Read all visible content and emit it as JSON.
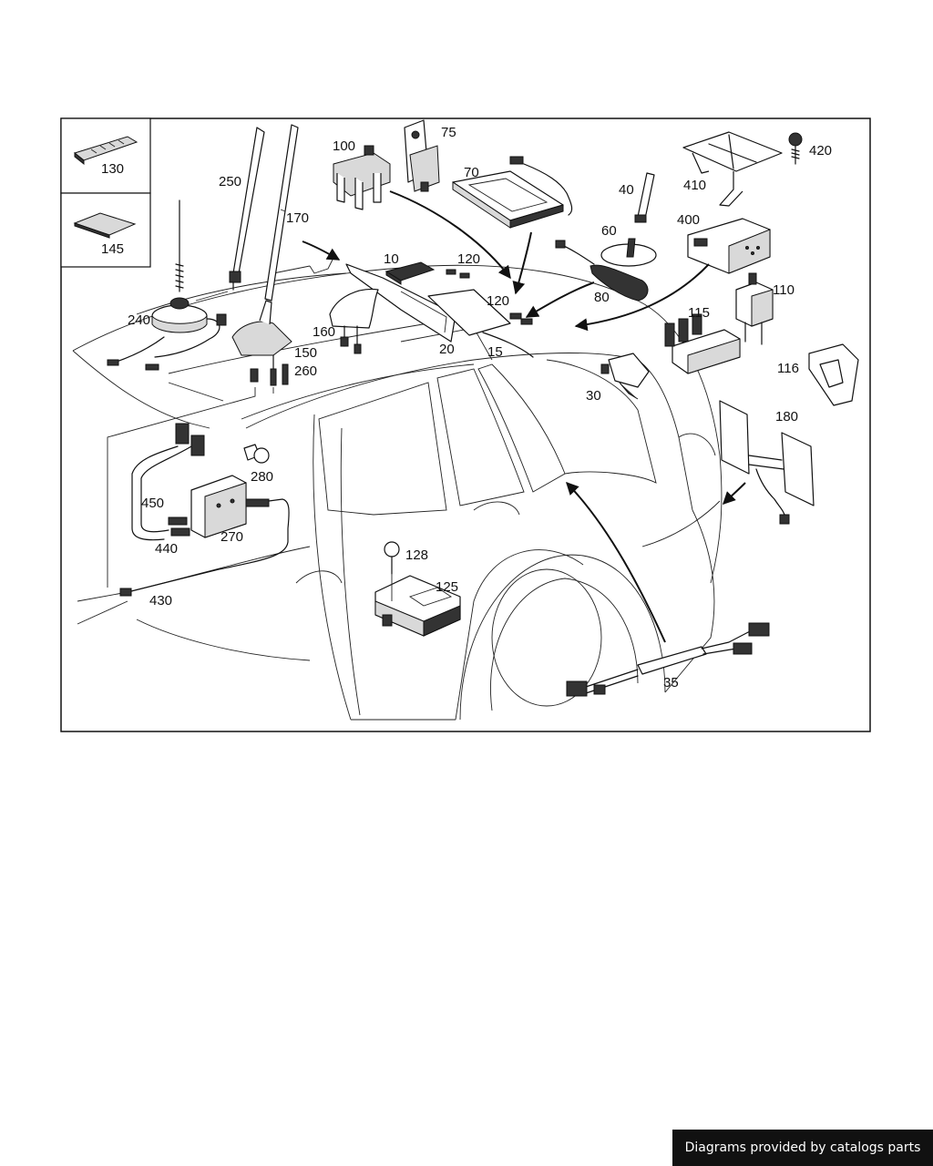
{
  "diagram": {
    "part_labels": [
      "130",
      "145",
      "250",
      "170",
      "240",
      "150",
      "260",
      "100",
      "75",
      "70",
      "10",
      "120",
      "120",
      "20",
      "15",
      "160",
      "40",
      "60",
      "80",
      "410",
      "420",
      "400",
      "110",
      "115",
      "116",
      "30",
      "180",
      "450",
      "440",
      "270",
      "280",
      "430",
      "128",
      "125",
      "35"
    ]
  },
  "footer": {
    "credit": "Diagrams provided by catalogs parts"
  },
  "colors": {
    "line": "#111111",
    "background": "#ffffff",
    "credit_bg": "#111111",
    "credit_text": "#ffffff"
  }
}
